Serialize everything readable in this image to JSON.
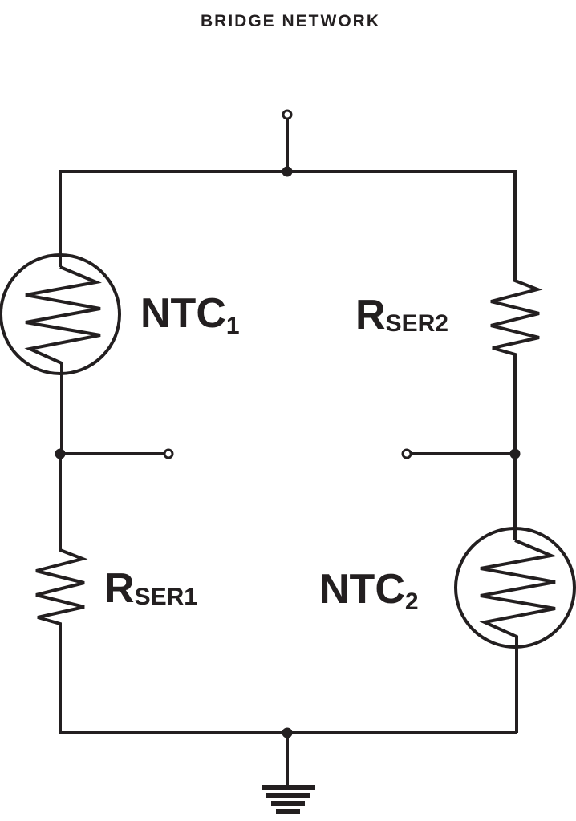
{
  "title": "BRIDGE NETWORK",
  "components": {
    "ntc1": {
      "main": "NTC",
      "sub": "1"
    },
    "ntc2": {
      "main": "NTC",
      "sub": "2"
    },
    "rser1": {
      "main": "R",
      "sub": "SER1"
    },
    "rser2": {
      "main": "R",
      "sub": "SER2"
    }
  },
  "colors": {
    "line": "#231f20",
    "background": "#ffffff"
  }
}
